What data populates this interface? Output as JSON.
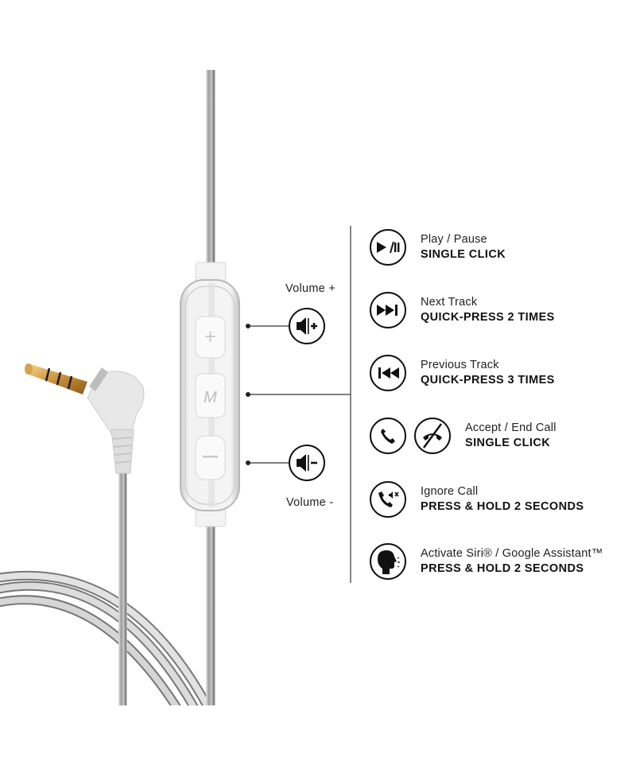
{
  "remote": {
    "volume_up_label": "Volume +",
    "volume_down_label": "Volume -",
    "buttons": [
      {
        "id": "volume-up",
        "glyph": "+"
      },
      {
        "id": "multifunction",
        "glyph": "M"
      },
      {
        "id": "volume-down",
        "glyph": "−"
      }
    ]
  },
  "legend": {
    "items": [
      {
        "icon": "play-pause-icon",
        "title": "Play / Pause",
        "action": "SINGLE CLICK"
      },
      {
        "icon": "next-track-icon",
        "title": "Next Track",
        "action": "QUICK-PRESS 2 TIMES"
      },
      {
        "icon": "previous-track-icon",
        "title": "Previous Track",
        "action": "QUICK-PRESS 3 TIMES"
      },
      {
        "icon": "accept-end-call-icon",
        "title": "Accept / End Call",
        "action": "SINGLE CLICK"
      },
      {
        "icon": "ignore-call-icon",
        "title": "Ignore Call",
        "action": "PRESS & HOLD 2 SECONDS"
      },
      {
        "icon": "voice-assistant-icon",
        "title": "Activate Siri® / Google Assistant™",
        "action": "PRESS & HOLD 2 SECONDS"
      }
    ]
  },
  "colors": {
    "text": "#111111",
    "cable": "#b5b5b5",
    "plug_gold": "#c8903a"
  }
}
